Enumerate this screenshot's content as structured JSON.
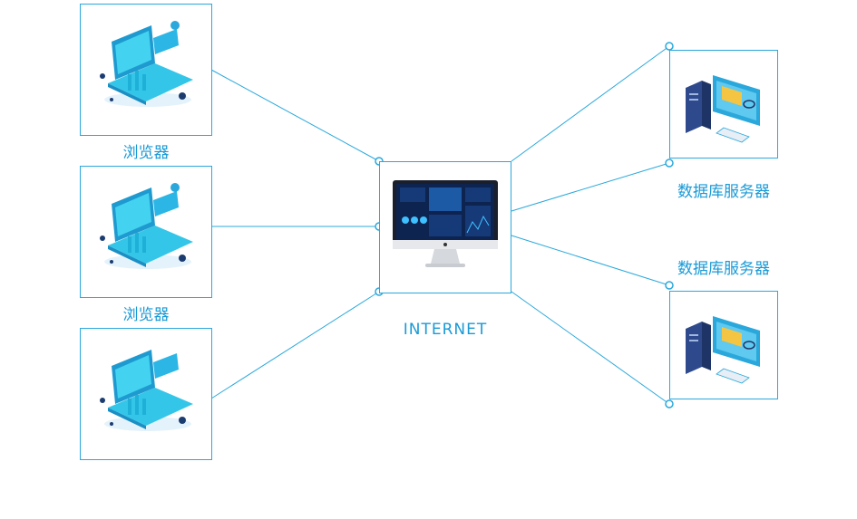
{
  "clients": [
    {
      "label": "浏览器",
      "icon": "laptop-analytics-icon"
    },
    {
      "label": "浏览器",
      "icon": "laptop-analytics-icon"
    },
    {
      "label": "",
      "icon": "laptop-analytics-icon"
    }
  ],
  "hub": {
    "label": "INTERNET",
    "icon": "desktop-monitor-dashboard-icon"
  },
  "servers": [
    {
      "label": "数据库服务器",
      "icon": "server-computer-icon"
    },
    {
      "label": "数据库服务器",
      "icon": "server-computer-icon"
    }
  ],
  "colors": {
    "line": "#2aa8dc",
    "label": "#1a9ad6"
  }
}
